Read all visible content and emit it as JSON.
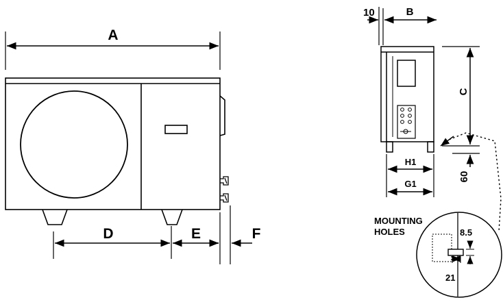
{
  "front_view": {
    "dim_a": "A",
    "dim_d": "D",
    "dim_e": "E",
    "dim_f": "F"
  },
  "side_view": {
    "dim_10": "10",
    "dim_b": "B",
    "dim_c": "C",
    "dim_h1": "H1",
    "dim_g1": "G1",
    "dim_60": "60"
  },
  "detail": {
    "caption_line1": "MOUNTING",
    "caption_line2": "HOLES",
    "dim_8_5": "8.5",
    "dim_21": "21"
  }
}
